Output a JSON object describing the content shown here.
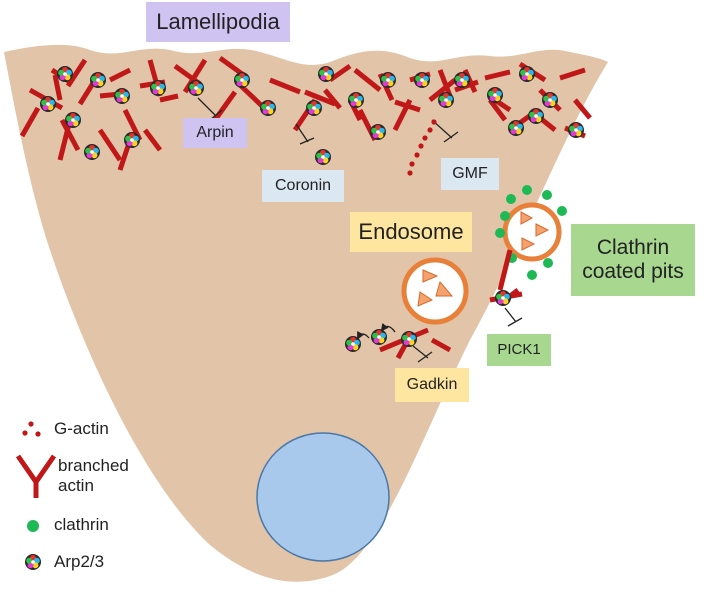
{
  "labels": {
    "lamellipodia": "Lamellipodia",
    "arpin": "Arpin",
    "coronin": "Coronin",
    "gmf": "GMF",
    "endosome": "Endosome",
    "clathrin_coated_pits_line1": "Clathrin",
    "clathrin_coated_pits_line2": "coated pits",
    "pick1": "PICK1",
    "gadkin": "Gadkin"
  },
  "legend": {
    "g_actin": "G-actin",
    "branched_actin_line1": "branched",
    "branched_actin_line2": "actin",
    "clathrin": "clathrin",
    "arp23": "Arp2/3"
  },
  "colors": {
    "cell": "#e2c4a8",
    "actin": "#c01818",
    "clathrin": "#1db954",
    "endosome_ring": "#e8803a",
    "nucleus": "#a9c9ec",
    "nucleus_edge": "#4a78a8",
    "lamellipodia_box": "#cfc3f2",
    "coronin_box": "#dbe8f2",
    "yellow_box": "#ffe6a0",
    "green_box": "#a8d890"
  }
}
